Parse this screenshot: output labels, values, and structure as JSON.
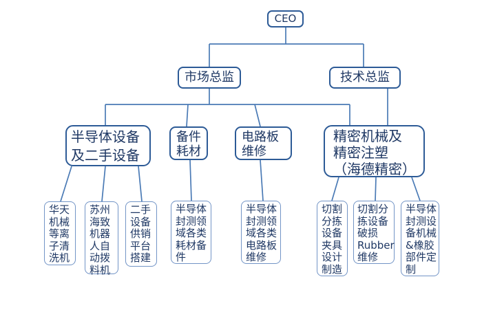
{
  "colors": {
    "box_border_strong": "#2C5A96",
    "box_border_light": "#7294C6",
    "connector": "#4A7AB5",
    "text": "#1F3864",
    "background": "#FFFFFF"
  },
  "org": {
    "root": {
      "label": "CEO",
      "children": [
        {
          "label": "市场总监",
          "children": [
            {
              "label": "半导体设备\n及二手设备",
              "children": [
                {
                  "label": "华天\n机械\n等离\n子清\n洗机"
                },
                {
                  "label": "苏州\n海致\n机器\n人自\n动拨\n料机"
                },
                {
                  "label": "二手\n设备\n供销\n平台\n搭建"
                }
              ]
            },
            {
              "label": "备件\n耗材",
              "children": [
                {
                  "label": "半导体\n封测领\n域各类\n耗材备\n件"
                }
              ]
            },
            {
              "label": "电路板\n维修",
              "children": [
                {
                  "label": "半导体\n封测领\n域各类\n电路板\n维修"
                }
              ]
            }
          ]
        },
        {
          "label": "技术总监",
          "children": [
            {
              "label": "精密机械及\n精密注塑\n（海德精密）",
              "children": [
                {
                  "label": "切割\n分拣\n设备\n夹具\n设计\n制造"
                },
                {
                  "label": "切割分\n拣设备\n破损\nRubber\n维修"
                },
                {
                  "label": "半导体\n封测设\n备机械\n&橡胶\n部件定\n制"
                }
              ]
            }
          ]
        }
      ]
    }
  }
}
